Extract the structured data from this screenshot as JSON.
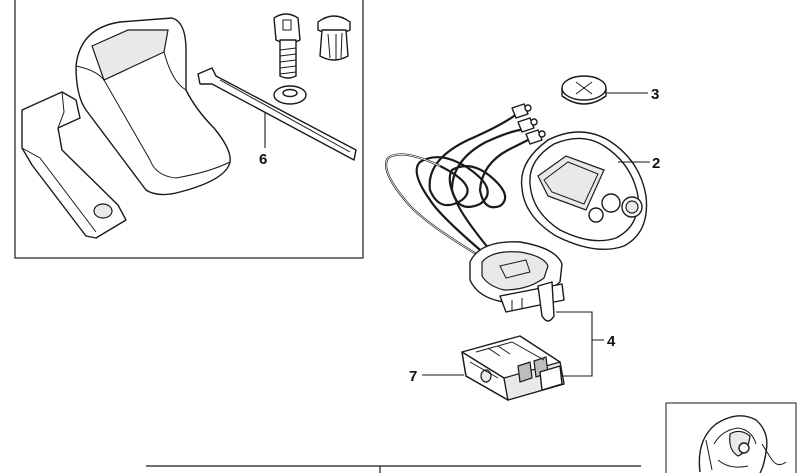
{
  "callouts": [
    {
      "id": "2",
      "text": "2"
    },
    {
      "id": "3",
      "text": "3"
    },
    {
      "id": "4",
      "text": "4"
    },
    {
      "id": "6",
      "text": "6"
    },
    {
      "id": "7",
      "text": "7"
    }
  ],
  "colors": {
    "line": "#1a1a1a",
    "background": "#ffffff",
    "fill_light": "#e9e9e9",
    "fill_dark": "#bdbdbd"
  }
}
